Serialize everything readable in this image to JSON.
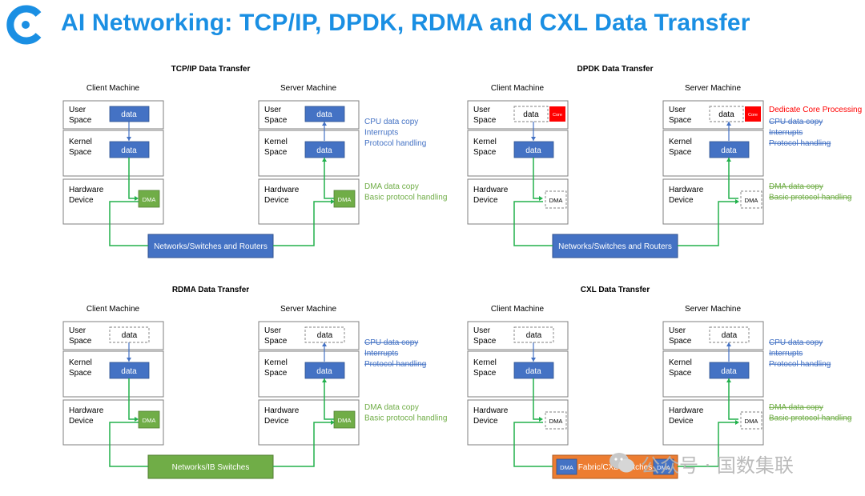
{
  "header": {
    "title": "AI Networking: TCP/IP, DPDK, RDMA and CXL Data Transfer"
  },
  "colors": {
    "brand": "#1a8fe3",
    "box_blue": "#4472c4",
    "box_green": "#70ad47",
    "link_green": "#22b14c",
    "red": "#ff0000",
    "orange": "#ed7d31",
    "text_blue": "#4472c4",
    "text_green": "#70ad47"
  },
  "panels": [
    {
      "id": "tcpip",
      "title": "TCP/IP Data Transfer",
      "client_label": "Client Machine",
      "server_label": "Server Machine",
      "layer_labels": {
        "user": [
          "User",
          "Space"
        ],
        "kernel": [
          "Kernel",
          "Space"
        ],
        "hardware": [
          "Hardware",
          "Device"
        ]
      },
      "user_data": "data",
      "kernel_data": "data",
      "dma_label": "DMA",
      "user_style": "solid",
      "dma_style": "solid",
      "core_label": "",
      "network": {
        "label": "Networks/Switches and Routers",
        "style": "blue"
      },
      "annotations": {
        "cpu": {
          "lines": [
            "CPU data copy",
            "Interrupts",
            "Protocol handling"
          ],
          "strike": false
        },
        "dma": {
          "lines": [
            "DMA data copy",
            "Basic protocol handling"
          ],
          "strike": false
        }
      }
    },
    {
      "id": "dpdk",
      "title": "DPDK Data Transfer",
      "client_label": "Client Machine",
      "server_label": "Server Machine",
      "layer_labels": {
        "user": [
          "User",
          "Space"
        ],
        "kernel": [
          "Kernel",
          "Space"
        ],
        "hardware": [
          "Hardware",
          "Device"
        ]
      },
      "user_data": "data",
      "kernel_data": "data",
      "dma_label": "DMA",
      "user_style": "dashed",
      "dma_style": "dashed",
      "core_label": "Core",
      "network": {
        "label": "Networks/Switches and Routers",
        "style": "blue"
      },
      "annotations": {
        "top": "Dedicate Core Processing",
        "cpu": {
          "lines": [
            "CPU data copy",
            "Interrupts",
            "Protocol handling"
          ],
          "strike": true
        },
        "dma": {
          "lines": [
            "DMA data copy",
            "Basic protocol handling"
          ],
          "strike": true
        }
      }
    },
    {
      "id": "rdma",
      "title": "RDMA Data Transfer",
      "client_label": "Client Machine",
      "server_label": "Server Machine",
      "layer_labels": {
        "user": [
          "User",
          "Space"
        ],
        "kernel": [
          "Kernel",
          "Space"
        ],
        "hardware": [
          "Hardware",
          "Device"
        ]
      },
      "user_data": "data",
      "kernel_data": "data",
      "dma_label": "DMA",
      "user_style": "dashed",
      "dma_style": "solid",
      "core_label": "",
      "network": {
        "label": "Networks/IB Switches",
        "style": "green"
      },
      "annotations": {
        "cpu": {
          "lines": [
            "CPU data copy",
            "Interrupts",
            "Protocol handling"
          ],
          "strike": true
        },
        "dma": {
          "lines": [
            "DMA data copy",
            "Basic protocol handling"
          ],
          "strike": false
        }
      }
    },
    {
      "id": "cxl",
      "title": "CXL Data Transfer",
      "client_label": "Client Machine",
      "server_label": "Server Machine",
      "layer_labels": {
        "user": [
          "User",
          "Space"
        ],
        "kernel": [
          "Kernel",
          "Space"
        ],
        "hardware": [
          "Hardware",
          "Device"
        ]
      },
      "user_data": "data",
      "kernel_data": "data",
      "dma_label": "DMA",
      "user_style": "dashed",
      "dma_style": "dashed",
      "core_label": "",
      "network": {
        "label": "Fabric/CXL Switches",
        "style": "orange",
        "dma_label": "DMA"
      },
      "annotations": {
        "cpu": {
          "lines": [
            "CPU data copy",
            "Interrupts",
            "Protocol handling"
          ],
          "strike": true
        },
        "dma": {
          "lines": [
            "DMA data copy",
            "Basic protocol handling"
          ],
          "strike": true
        }
      }
    }
  ],
  "watermark": {
    "text": "公众号 · 国数集联",
    "icon": "wechat-icon"
  }
}
